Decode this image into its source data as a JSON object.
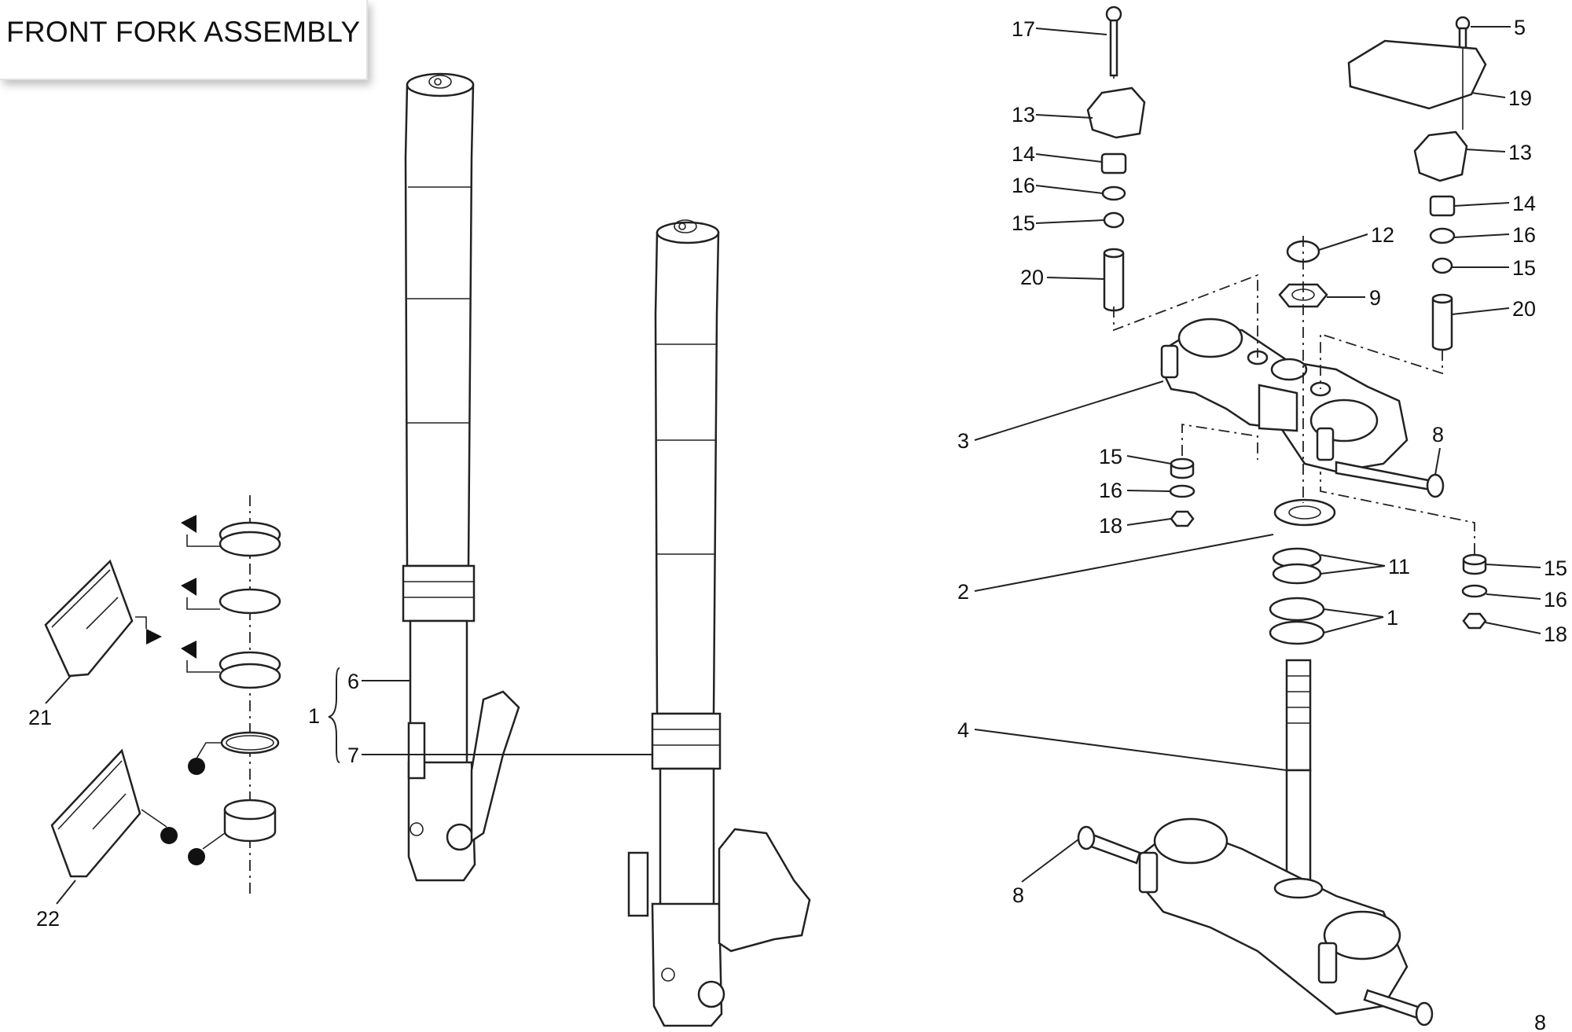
{
  "title": "FRONT FORK ASSEMBLY",
  "callouts": [
    {
      "id": "c17",
      "text": "17"
    },
    {
      "id": "c5",
      "text": "5"
    },
    {
      "id": "c13a",
      "text": "13"
    },
    {
      "id": "c19",
      "text": "19"
    },
    {
      "id": "c13b",
      "text": "13"
    },
    {
      "id": "c14a",
      "text": "14"
    },
    {
      "id": "c16a",
      "text": "16"
    },
    {
      "id": "c15a",
      "text": "15"
    },
    {
      "id": "c14b",
      "text": "14"
    },
    {
      "id": "c16b",
      "text": "16"
    },
    {
      "id": "c15b",
      "text": "15"
    },
    {
      "id": "c12",
      "text": "12"
    },
    {
      "id": "c20a",
      "text": "20"
    },
    {
      "id": "c9",
      "text": "9"
    },
    {
      "id": "c20b",
      "text": "20"
    },
    {
      "id": "c3",
      "text": "3"
    },
    {
      "id": "c8a",
      "text": "8"
    },
    {
      "id": "c15c",
      "text": "15"
    },
    {
      "id": "c16c",
      "text": "16"
    },
    {
      "id": "c18a",
      "text": "18"
    },
    {
      "id": "c2",
      "text": "2"
    },
    {
      "id": "c11",
      "text": "11"
    },
    {
      "id": "c15d",
      "text": "15"
    },
    {
      "id": "c16d",
      "text": "16"
    },
    {
      "id": "c1a",
      "text": "1"
    },
    {
      "id": "c18b",
      "text": "18"
    },
    {
      "id": "c4",
      "text": "4"
    },
    {
      "id": "c8b",
      "text": "8"
    },
    {
      "id": "c8c",
      "text": "8"
    },
    {
      "id": "c6",
      "text": "6"
    },
    {
      "id": "c1b",
      "text": "1"
    },
    {
      "id": "c7",
      "text": "7"
    },
    {
      "id": "c21",
      "text": "21"
    },
    {
      "id": "c22",
      "text": "22"
    }
  ]
}
